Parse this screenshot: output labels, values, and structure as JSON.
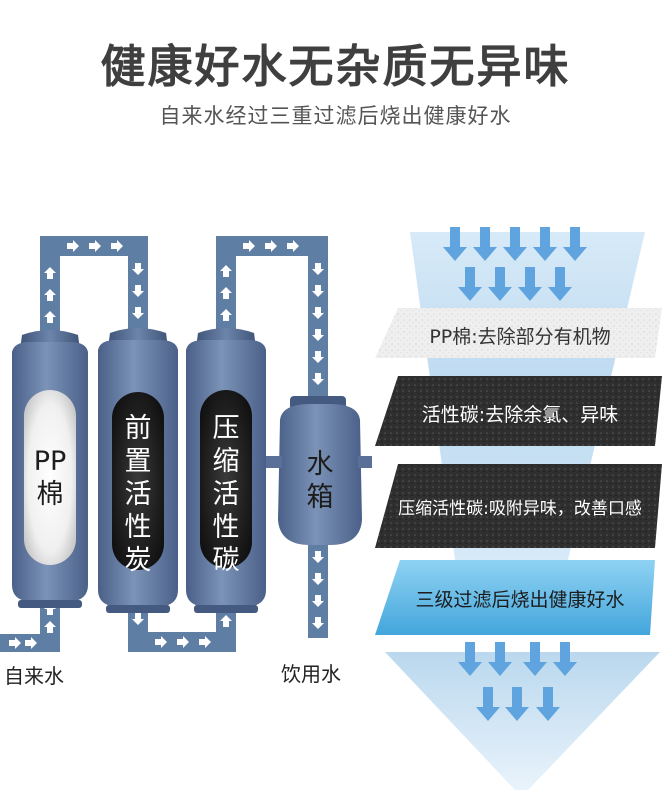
{
  "header": {
    "title": "健康好水无杂质无异味",
    "subtitle": "自来水经过三重过滤后烧出健康好水"
  },
  "filters": [
    {
      "label": "PP棉"
    },
    {
      "label": "前置活性炭"
    },
    {
      "label": "压缩活性碳"
    }
  ],
  "tank": {
    "label": "水箱"
  },
  "io": {
    "inlet": "自来水",
    "outlet": "饮用水"
  },
  "layers": [
    {
      "label": "PP棉:去除部分有机物"
    },
    {
      "label": "活性碳:去除余氯、异味"
    },
    {
      "label": "压缩活性碳:吸附异味，改善口感"
    },
    {
      "label": "三级过滤后烧出健康好水"
    }
  ],
  "colors": {
    "pipe": "#5f7ea3",
    "cartridge": "#5b7299",
    "layer_light": "#eeeeee",
    "layer_dark": "#2d2d2d",
    "layer_blue": "#58b6e6",
    "flow_arrow": "#64a6df"
  }
}
